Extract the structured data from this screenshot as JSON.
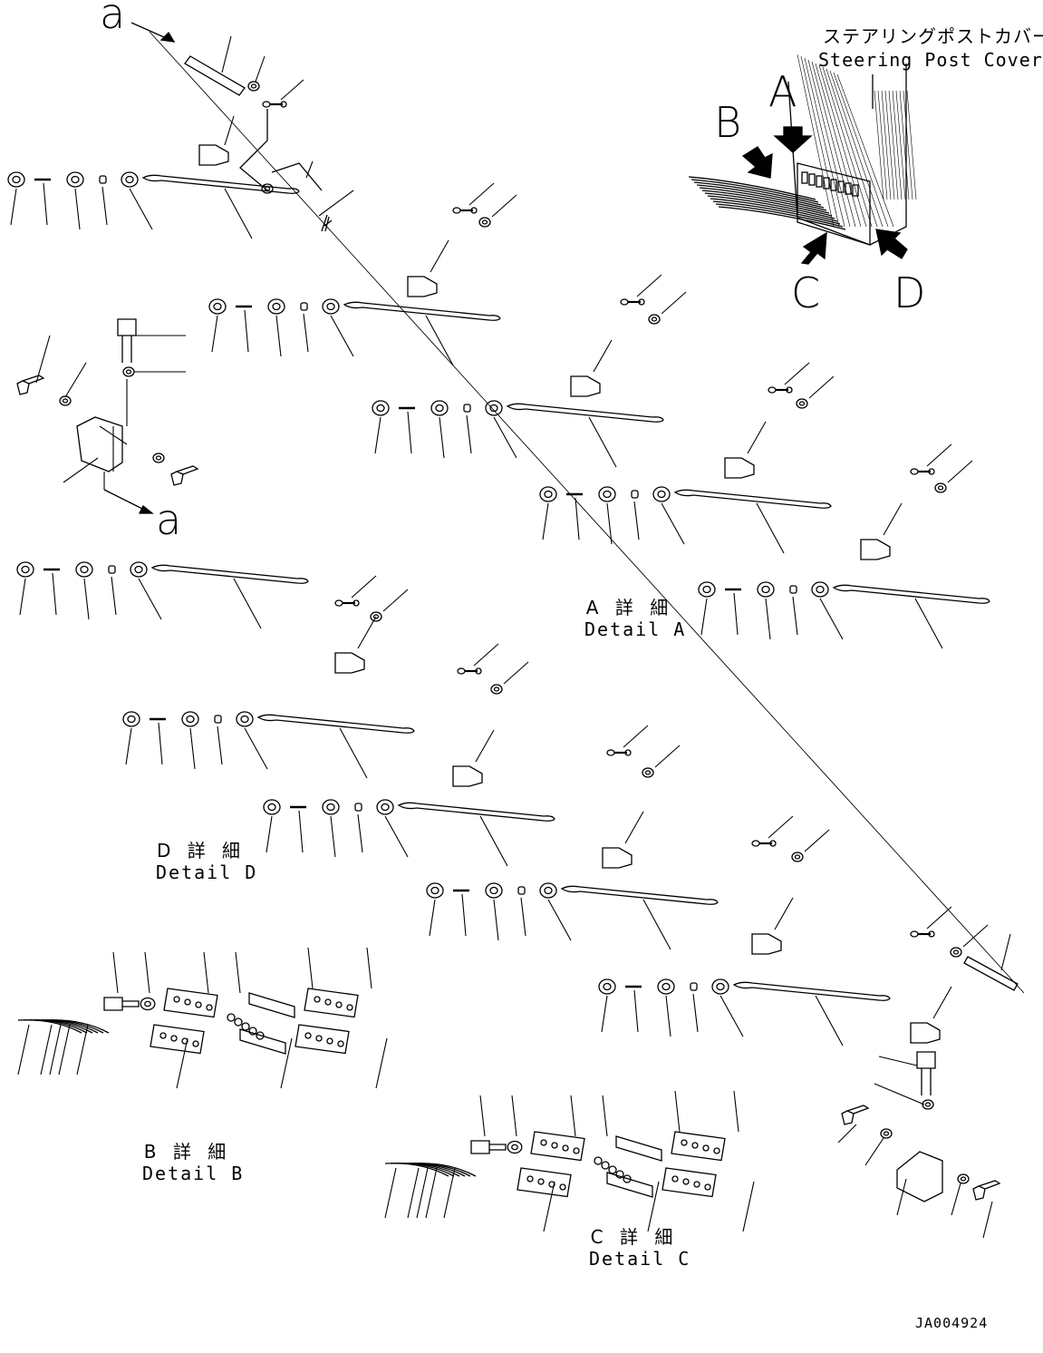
{
  "header": {
    "cover_jp": "ステアリングポストカバー",
    "cover_en": "Steering Post Cover"
  },
  "view_letters": {
    "a": "A",
    "b": "B",
    "c": "C",
    "d": "D"
  },
  "ref_marks": {
    "top": "a",
    "left": "a"
  },
  "details": {
    "a": {
      "jp": "A 詳 細",
      "en": "Detail A"
    },
    "b": {
      "jp": "B 詳 細",
      "en": "Detail B"
    },
    "c": {
      "jp": "C 詳 細",
      "en": "Detail C"
    },
    "d": {
      "jp": "D 詳 細",
      "en": "Detail D"
    }
  },
  "drawing_number": "JA004924"
}
